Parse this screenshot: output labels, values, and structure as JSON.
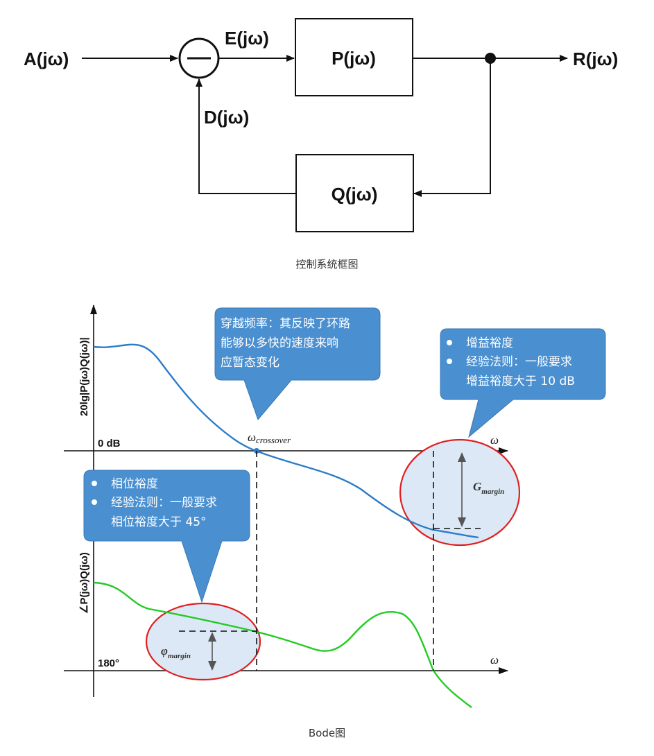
{
  "block_diagram": {
    "input": "A(jω)",
    "error": "E(jω)",
    "plant": "P(jω)",
    "output": "R(jω)",
    "feedback": "D(jω)",
    "feedback_block": "Q(jω)",
    "caption": "控制系统框图"
  },
  "bode": {
    "y_label_magnitude": "20lg|P(jω)Q(jω)|",
    "y_label_phase": "∠P(jω)Q(jω)",
    "zero_db": "0 dB",
    "deg_180": "180°",
    "omega": "ω",
    "crossover_symbol": "ω",
    "crossover_sub": "crossover",
    "gain_margin_symbol": "G",
    "gain_margin_sub": "margin",
    "phase_margin_symbol": "φ",
    "phase_margin_sub": "margin",
    "callout_crossover": [
      "穿越频率：其反映了环路",
      "能够以多快的速度来响",
      "应暂态变化"
    ],
    "callout_gain": [
      "增益裕度",
      "经验法则：一般要求",
      "增益裕度大于 10 dB"
    ],
    "callout_phase": [
      "相位裕度",
      "经验法则：一般要求",
      "相位裕度大于 45°"
    ],
    "caption": "Bode图",
    "colors": {
      "magnitude_curve": "#2b7cc9",
      "phase_curve": "#22cc22",
      "callout": "#4a8fd0",
      "circle": "#e02020",
      "circle_fill": "#dce8f6"
    }
  }
}
